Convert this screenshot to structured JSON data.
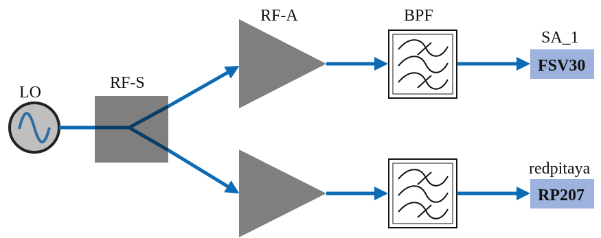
{
  "labels": {
    "lo": "LO",
    "splitter": "RF-S",
    "amp_top": "RF-A",
    "filter_top": "BPF",
    "dest_top_name": "SA_1",
    "dest_top_device": "FSV30",
    "dest_bottom_name": "redpitaya",
    "dest_bottom_device": "RP207"
  },
  "colors": {
    "wire": "#0b6bb5",
    "block_fill": "#7f7f7f",
    "lo_fill": "#bfbfbf",
    "lo_wave": "#2e6da4",
    "dest_fill": "#9db2dc",
    "filter_stroke": "#111111"
  },
  "icons": {
    "lo": "sine-wave-source-icon",
    "filter": "band-pass-filter-icon",
    "amp": "amplifier-triangle-icon"
  }
}
